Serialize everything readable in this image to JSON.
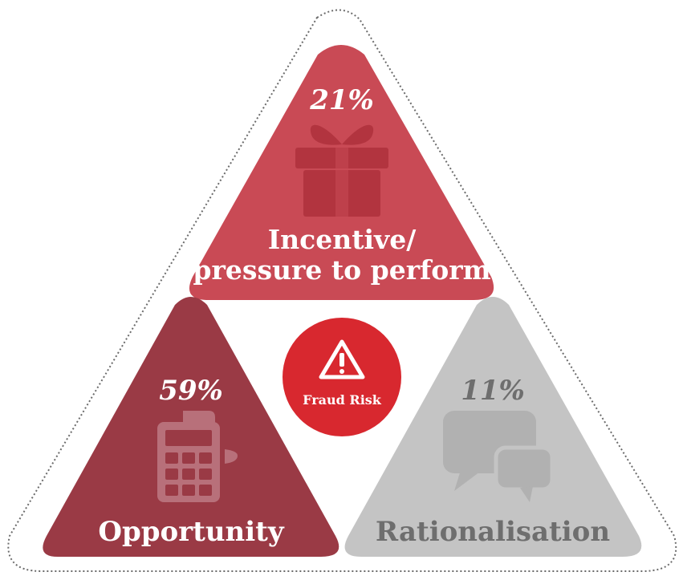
{
  "diagram": {
    "center": {
      "label": "Fraud Risk",
      "color": "#d8282f"
    },
    "segments": [
      {
        "id": "incentive",
        "percent": "21%",
        "label_line1": "Incentive/",
        "label_line2": "pressure to perform",
        "fill": "#c94a55",
        "icon_fill": "#b2343f",
        "icon": "gift-icon"
      },
      {
        "id": "opportunity",
        "percent": "59%",
        "label": "Opportunity",
        "fill": "#9a3a45",
        "icon_fill": "#b8707a",
        "icon": "card-reader-icon"
      },
      {
        "id": "rationalisation",
        "percent": "11%",
        "label": "Rationalisation",
        "fill": "#c4c4c4",
        "icon_fill": "#b1b1b1",
        "text_color": "#6e6e6e",
        "icon": "speech-bubbles-icon"
      }
    ]
  }
}
